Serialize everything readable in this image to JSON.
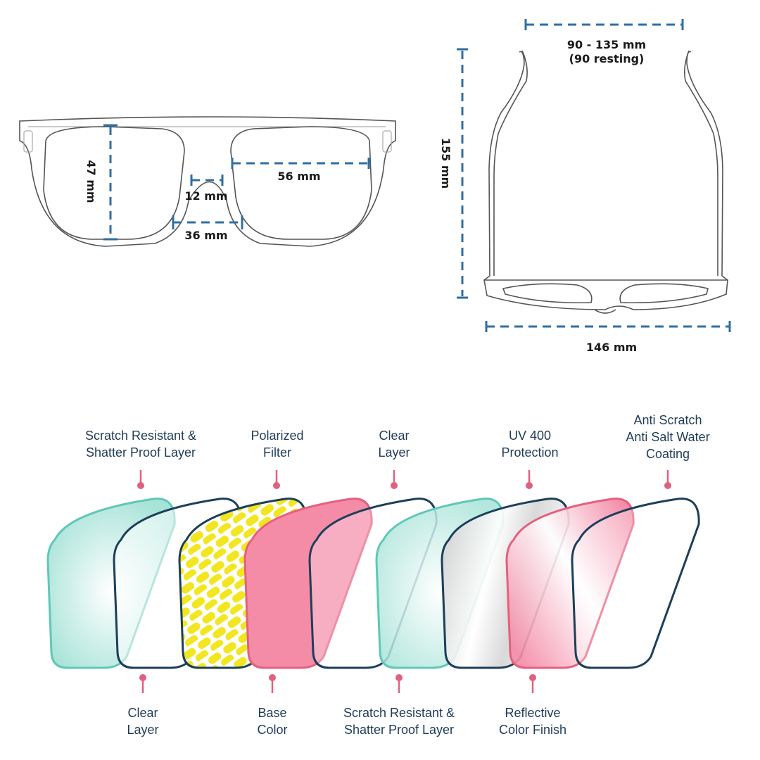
{
  "front_view": {
    "lens_height": "47 mm",
    "lens_width": "56 mm",
    "bridge": "12 mm",
    "nose_width": "36 mm"
  },
  "top_view": {
    "temple_length": "155 mm",
    "head_width": "90 - 135 mm",
    "head_width_note": "(90 resting)",
    "frame_width": "146 mm"
  },
  "layers_top": [
    {
      "line1": "Scratch Resistant &",
      "line2": "Shatter Proof Layer"
    },
    {
      "line1": "Polarized",
      "line2": "Filter"
    },
    {
      "line1": "Clear",
      "line2": "Layer"
    },
    {
      "line1": "UV 400",
      "line2": "Protection"
    },
    {
      "line1": "Anti Scratch",
      "line2": "Anti Salt Water",
      "line3": "Coating"
    }
  ],
  "layers_bottom": [
    {
      "line1": "Clear",
      "line2": "Layer"
    },
    {
      "line1": "Base",
      "line2": "Color"
    },
    {
      "line1": "Scratch Resistant &",
      "line2": "Shatter Proof Layer"
    },
    {
      "line1": "Reflective",
      "line2": "Color Finish"
    }
  ],
  "colors": {
    "dimension": "#2f6fa3",
    "label": "#1f3b57",
    "pin": "#e0607e",
    "teal": "#5fc8b6",
    "navy": "#1c3f5a",
    "pink": "#f48ca8",
    "yellow": "#f2e620"
  }
}
